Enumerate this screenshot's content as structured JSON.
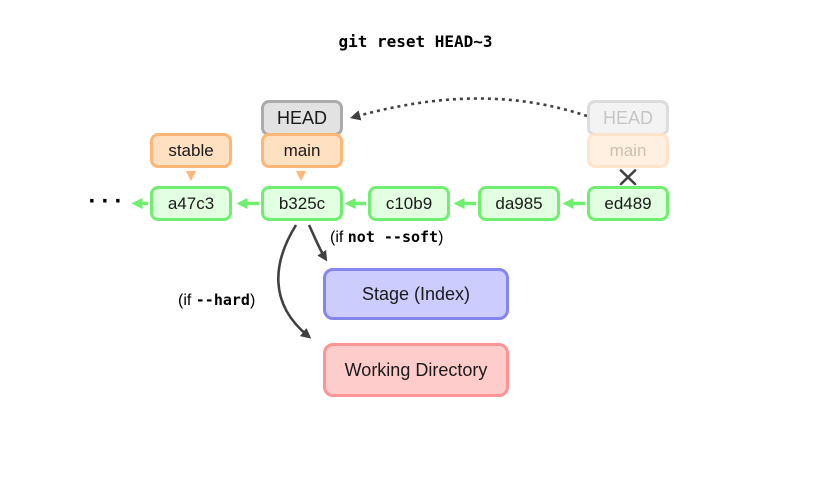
{
  "title": "git reset HEAD~3",
  "ellipsis": "···",
  "refs": {
    "head": "HEAD",
    "main": "main",
    "stable": "stable",
    "old_head": "HEAD",
    "old_main": "main"
  },
  "commits": [
    "a47c3",
    "b325c",
    "c10b9",
    "da985",
    "ed489"
  ],
  "areas": {
    "stage": "Stage (Index)",
    "working_directory": "Working Directory"
  },
  "annotations": {
    "not_soft": {
      "prefix": "(if ",
      "code": "not --soft",
      "suffix": ")"
    },
    "hard": {
      "prefix": "(if ",
      "code": "--hard",
      "suffix": ")"
    }
  },
  "colors": {
    "commit_border": "#70ee70",
    "commit_fill": "#e2ffe2",
    "branch_border": "#ffb778",
    "branch_fill": "#ffe0c1",
    "head_border": "#ababab",
    "head_fill": "#e2e2e2",
    "stage_border": "#8585ee",
    "stage_fill": "#ccccff",
    "working_border": "#ff9494",
    "working_fill": "#ffcccc",
    "arrow_dark": "#404040"
  }
}
